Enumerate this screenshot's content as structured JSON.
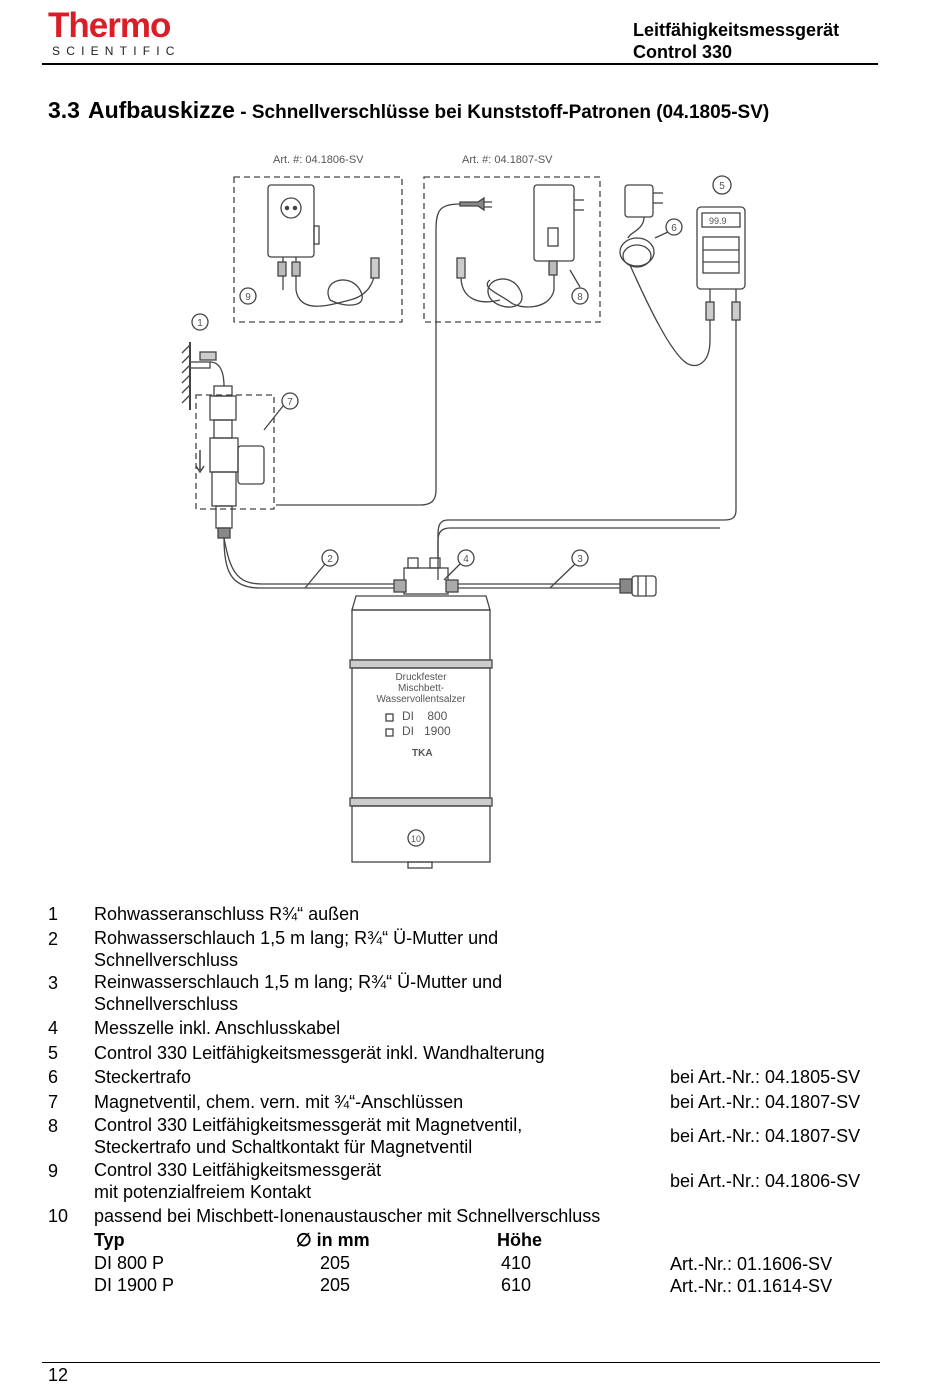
{
  "header": {
    "brand": "Thermo",
    "brand_sub": "SCIENTIFIC",
    "doc_title_line1": "Leitfähigkeitsmessgerät",
    "doc_title_line2": "Control 330"
  },
  "section": {
    "number": "3.3",
    "title": "Aufbauskizze",
    "subtitle": " - Schnellverschlüsse bei Kunststoff-Patronen (04.1805-SV)"
  },
  "diagram": {
    "art_label_left": "Art. #: 04.1806-SV",
    "art_label_right": "Art. #: 04.1807-SV",
    "callouts": [
      "1",
      "2",
      "3",
      "4",
      "5",
      "6",
      "7",
      "8",
      "9",
      "10"
    ],
    "tank_label_1": "Druckfester",
    "tank_label_2": "Mischbett-",
    "tank_label_3": "Wasservollentsalzer",
    "tank_option_1": "DI    800",
    "tank_option_2": "DI   1900",
    "tank_brand": "TKA",
    "meter_display": "99.9"
  },
  "legend": {
    "items": [
      {
        "num": "1",
        "text": "Rohwasseranschluss R¾“ außen",
        "art": ""
      },
      {
        "num": "2",
        "text": "Rohwasserschlauch 1,5 m lang; R¾“ Ü-Mutter und",
        "text2": "Schnellverschluss",
        "art": ""
      },
      {
        "num": "3",
        "text": "Reinwasserschlauch 1,5 m lang; R¾“ Ü-Mutter und",
        "text2": "Schnellverschluss",
        "art": ""
      },
      {
        "num": "4",
        "text": "Messzelle inkl. Anschlusskabel",
        "art": ""
      },
      {
        "num": "5",
        "text": "Control 330 Leitfähigkeitsmessgerät inkl. Wandhalterung",
        "art": ""
      },
      {
        "num": "6",
        "text": "Steckertrafo",
        "art": "bei Art.-Nr.: 04.1805-SV"
      },
      {
        "num": "7",
        "text": "Magnetventil, chem. vern. mit ¾“-Anschlüssen",
        "art": "bei Art.-Nr.: 04.1807-SV"
      },
      {
        "num": "8",
        "text": "Control 330 Leitfähigkeitsmessgerät mit Magnetventil,",
        "text2": "Steckertrafo und Schaltkontakt für Magnetventil",
        "art": "bei Art.-Nr.: 04.1807-SV"
      },
      {
        "num": "9",
        "text": "Control 330 Leitfähigkeitsmessgerät",
        "text2": "mit potenzialfreiem Kontakt",
        "art": "bei Art.-Nr.: 04.1806-SV"
      },
      {
        "num": "10",
        "text": "passend bei Mischbett-Ionenaustauscher mit Schnellverschluss",
        "art": ""
      }
    ],
    "table": {
      "headers": [
        "Typ",
        "∅ in mm",
        "Höhe"
      ],
      "rows": [
        {
          "typ": "DI 800 P",
          "diameter": "205",
          "height": "410",
          "art": "Art.-Nr.: 01.1606-SV"
        },
        {
          "typ": "DI 1900 P",
          "diameter": "205",
          "height": "610",
          "art": "Art.-Nr.: 01.1614-SV"
        }
      ]
    }
  },
  "footer": {
    "page_number": "12"
  }
}
